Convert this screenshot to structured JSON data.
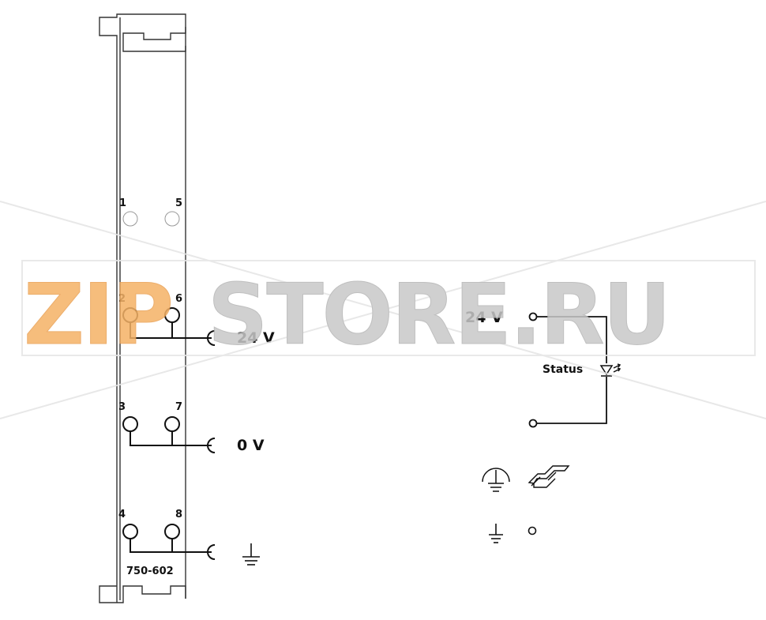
{
  "module": {
    "part_number": "750-602",
    "pins": {
      "p1": "1",
      "p5": "5",
      "p2": "2",
      "p6": "6",
      "p3": "3",
      "p7": "7",
      "p4": "4",
      "p8": "8"
    },
    "rails": {
      "rail_24v": "24 V",
      "rail_0v": "0 V"
    }
  },
  "circuit": {
    "supply_label": "24 V",
    "status_label": "Status"
  },
  "watermark": {
    "prefix": "ZIP",
    "suffix": "STORE.RU"
  },
  "colors": {
    "line": "#111111",
    "housing": "#333333",
    "watermark_orange": "#f5b266",
    "watermark_gray": "#c8c8c8"
  }
}
